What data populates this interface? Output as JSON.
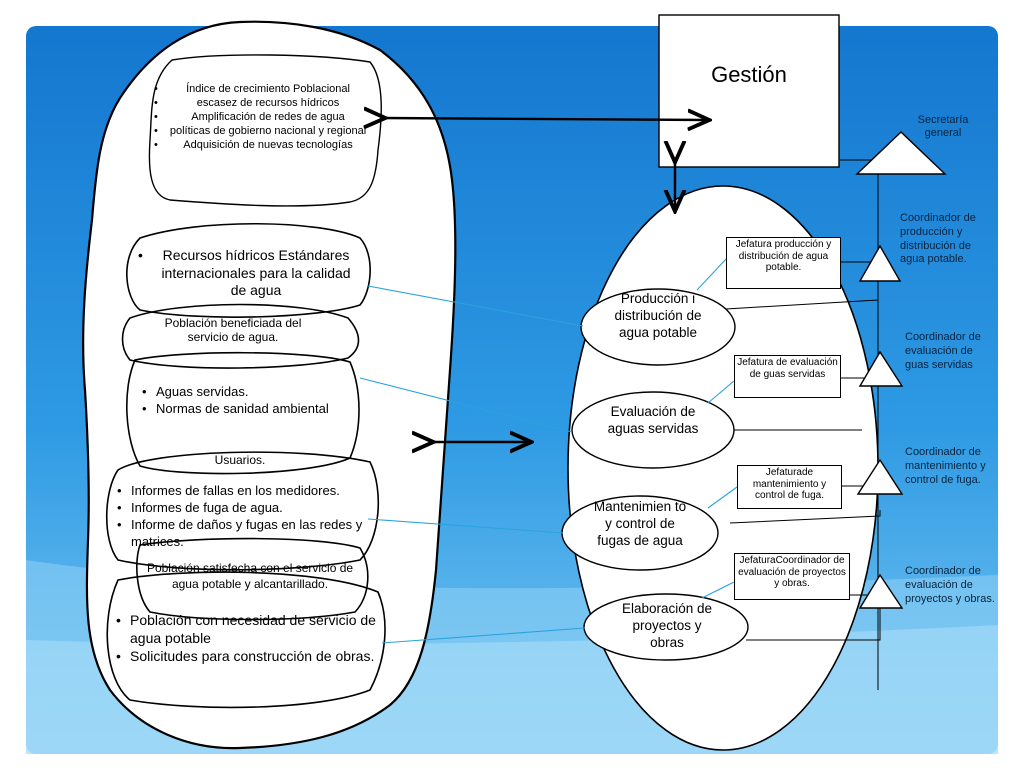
{
  "gestion": "Gestión",
  "secretaria": "Secretaría general",
  "top_blob_items": [
    "Índice de crecimiento Poblacional",
    "escasez  de recursos hídricos",
    "Amplificación de redes de agua",
    "políticas  de gobierno nacional y regional",
    "Adquisición de nuevas tecnologías"
  ],
  "blob_recursos": [
    "Recursos hídricos Estándares internacionales para la calidad de agua"
  ],
  "blob_poblacion_beneficiada": "Población beneficiada del servicio de agua.",
  "blob_aguas": [
    "Aguas servidas.",
    "Normas de sanidad ambiental"
  ],
  "blob_usuarios_title": "Usuarios.",
  "blob_usuarios_items": [
    "Informes de fallas en los medidores.",
    "Informes de fuga de agua.",
    "Informe de daños y fugas en las redes y matrices."
  ],
  "blob_satisfecha": "Población   satisfecha con el servicio de agua potable y alcantarillado.",
  "blob_necesidad_items": [
    "Población con necesidad de servicio de agua potable",
    "Solicitudes para construcción de obras."
  ],
  "processes": [
    "Producción i distribución de agua potable",
    "Evaluación de aguas servidas",
    "Mantenimien to y control de fugas de agua",
    "Elaboración de proyectos y obras"
  ],
  "jefaturas": [
    "Jefatura producción y distribución de agua potable.",
    "Jefatura de evaluación de guas servidas",
    "Jefaturade mantenimiento y control de fuga.",
    "JefaturaCoordinador de evaluación de proyectos y obras."
  ],
  "coordinadores": [
    "Coordinador de producción y distribución de agua potable.",
    "Coordinador de evaluación de guas servidas",
    "Coordinador de mantenimiento y control de fuga.",
    "Coordinador de evaluación de proyectos y obras."
  ],
  "colors": {
    "background_top": "#1c86d6",
    "background_light": "#6cc0f0",
    "line": "#000000",
    "connector": "#29a3dd"
  }
}
